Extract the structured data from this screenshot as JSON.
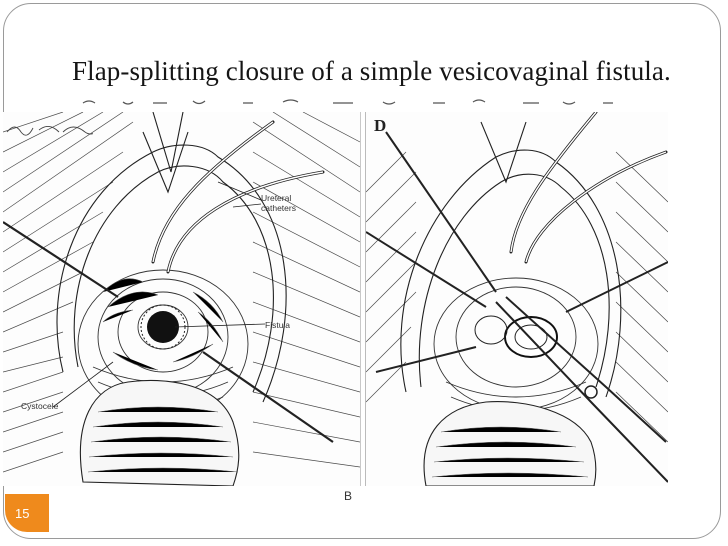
{
  "slide": {
    "title": "Flap-splitting closure of a simple vesicovaginal fistula.",
    "page_number": "15"
  },
  "figure_a": {
    "labels": {
      "ureteral_catheters": "Ureteral catheters",
      "fistula": "Fistula",
      "cystocele": "Cystocele"
    }
  },
  "figure_b": {
    "panel_label": "B",
    "corner_mark": "D"
  },
  "colors": {
    "frame_border": "#9a9a9a",
    "badge": "#ef8a1c",
    "ink": "#151515"
  },
  "icons": [
    "signature-scribble"
  ]
}
